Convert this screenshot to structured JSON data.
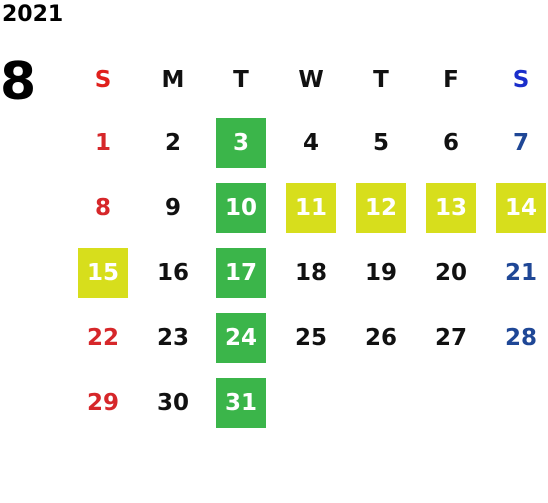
{
  "calendar": {
    "year": "2021",
    "month": "8",
    "weekdays": [
      "S",
      "M",
      "T",
      "W",
      "T",
      "F",
      "S"
    ],
    "weeks": [
      [
        {
          "day": "1",
          "type": "sun",
          "hl": ""
        },
        {
          "day": "2",
          "type": "",
          "hl": ""
        },
        {
          "day": "3",
          "type": "",
          "hl": "green"
        },
        {
          "day": "4",
          "type": "",
          "hl": ""
        },
        {
          "day": "5",
          "type": "",
          "hl": ""
        },
        {
          "day": "6",
          "type": "",
          "hl": ""
        },
        {
          "day": "7",
          "type": "sat",
          "hl": ""
        }
      ],
      [
        {
          "day": "8",
          "type": "sun",
          "hl": ""
        },
        {
          "day": "9",
          "type": "",
          "hl": ""
        },
        {
          "day": "10",
          "type": "",
          "hl": "green"
        },
        {
          "day": "11",
          "type": "",
          "hl": "yellow"
        },
        {
          "day": "12",
          "type": "",
          "hl": "yellow"
        },
        {
          "day": "13",
          "type": "",
          "hl": "yellow"
        },
        {
          "day": "14",
          "type": "sat",
          "hl": "yellow"
        }
      ],
      [
        {
          "day": "15",
          "type": "sun",
          "hl": "yellow"
        },
        {
          "day": "16",
          "type": "",
          "hl": ""
        },
        {
          "day": "17",
          "type": "",
          "hl": "green"
        },
        {
          "day": "18",
          "type": "",
          "hl": ""
        },
        {
          "day": "19",
          "type": "",
          "hl": ""
        },
        {
          "day": "20",
          "type": "",
          "hl": ""
        },
        {
          "day": "21",
          "type": "sat",
          "hl": ""
        }
      ],
      [
        {
          "day": "22",
          "type": "sun",
          "hl": ""
        },
        {
          "day": "23",
          "type": "",
          "hl": ""
        },
        {
          "day": "24",
          "type": "",
          "hl": "green"
        },
        {
          "day": "25",
          "type": "",
          "hl": ""
        },
        {
          "day": "26",
          "type": "",
          "hl": ""
        },
        {
          "day": "27",
          "type": "",
          "hl": ""
        },
        {
          "day": "28",
          "type": "sat",
          "hl": ""
        }
      ],
      [
        {
          "day": "29",
          "type": "sun",
          "hl": ""
        },
        {
          "day": "30",
          "type": "",
          "hl": ""
        },
        {
          "day": "31",
          "type": "",
          "hl": "green"
        }
      ]
    ]
  },
  "colors": {
    "green_highlight": "#3bb54a",
    "yellow_highlight": "#d7de1c",
    "sunday": "#d6272a",
    "saturday": "#1f4796"
  }
}
